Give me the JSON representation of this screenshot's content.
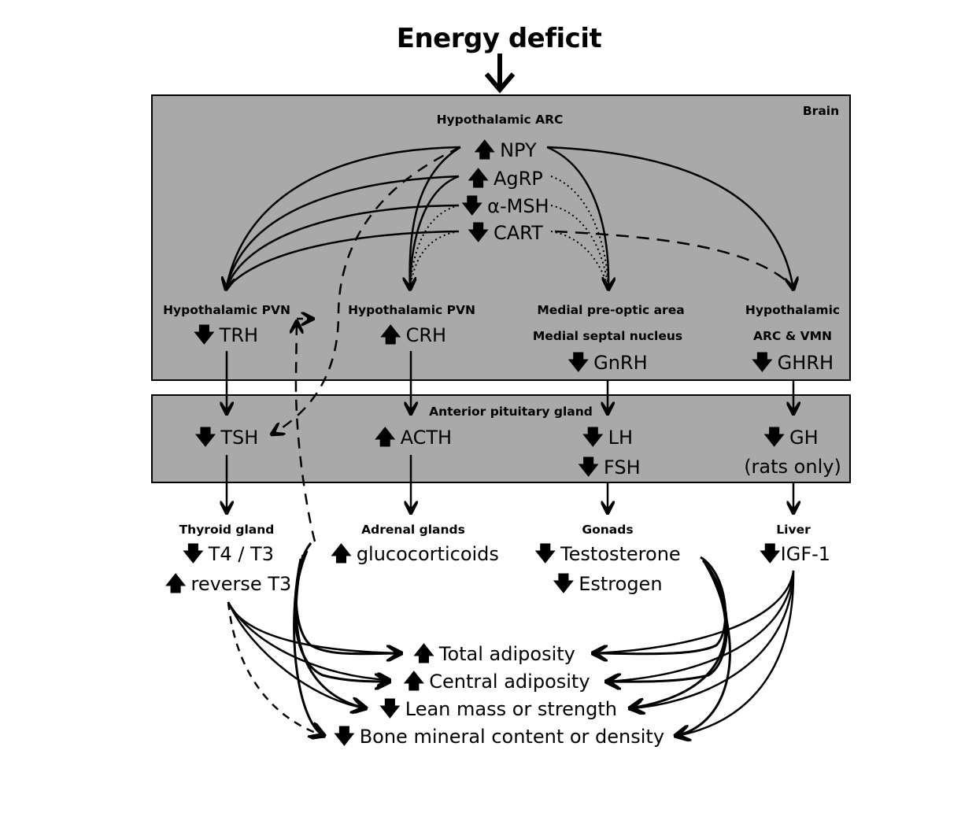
{
  "title": "Energy deficit",
  "box_labels": {
    "brain": "Brain",
    "hypothalamic_arc": "Hypothalamic ARC",
    "anterior_pituitary": "Anterior pituitary gland"
  },
  "arc_peptides": [
    {
      "dir": "up",
      "name": "NPY"
    },
    {
      "dir": "up",
      "name": "AgRP"
    },
    {
      "dir": "down",
      "name": "α-MSH"
    },
    {
      "dir": "down",
      "name": "CART"
    }
  ],
  "hypothalamic_targets": [
    {
      "region": "Hypothalamic PVN",
      "region2": "",
      "dir": "down",
      "hormone": "TRH"
    },
    {
      "region": "Hypothalamic PVN",
      "region2": "",
      "dir": "up",
      "hormone": "CRH"
    },
    {
      "region": "Medial pre-optic area",
      "region2": "Medial septal nucleus",
      "dir": "down",
      "hormone": "GnRH"
    },
    {
      "region": "Hypothalamic",
      "region2": "ARC & VMN",
      "dir": "down",
      "hormone": "GHRH"
    }
  ],
  "pituitary_hormones": [
    {
      "dir": "down",
      "name": "TSH",
      "note": ""
    },
    {
      "dir": "up",
      "name": "ACTH",
      "note": ""
    },
    {
      "dir": "down",
      "name": "LH",
      "name2": "FSH",
      "note": ""
    },
    {
      "dir": "down",
      "name": "GH",
      "note": "(rats only)"
    }
  ],
  "peripheral": [
    {
      "organ": "Thyroid gland",
      "items": [
        {
          "dir": "down",
          "name": "T4 / T3"
        },
        {
          "dir": "up",
          "name": "reverse T3"
        }
      ]
    },
    {
      "organ": "Adrenal glands",
      "items": [
        {
          "dir": "up",
          "name": "glucocorticoids"
        }
      ]
    },
    {
      "organ": "Gonads",
      "items": [
        {
          "dir": "down",
          "name": "Testosterone"
        },
        {
          "dir": "down",
          "name": "Estrogen"
        }
      ]
    },
    {
      "organ": "Liver",
      "items": [
        {
          "dir": "down",
          "name": "IGF-1"
        }
      ]
    }
  ],
  "outcomes": [
    {
      "dir": "up",
      "name": "Total adiposity"
    },
    {
      "dir": "up",
      "name": "Central adiposity"
    },
    {
      "dir": "down",
      "name": "Lean mass or strength"
    },
    {
      "dir": "down",
      "name": "Bone mineral content or density"
    }
  ],
  "colors": {
    "box_fill": "#a9a9a9",
    "stroke": "#000000",
    "background": "#ffffff"
  }
}
